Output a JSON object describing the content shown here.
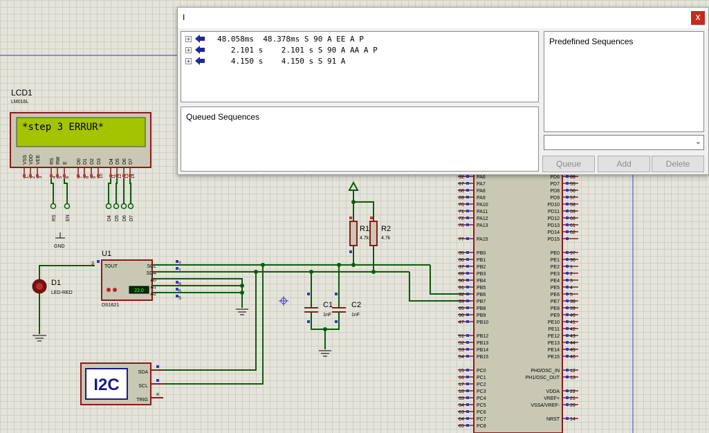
{
  "dialog": {
    "title": "I",
    "close": "x",
    "sequences": [
      {
        "expand": "+",
        "text": "48.058ms  48.378ms S 90 A EE A P"
      },
      {
        "expand": "+",
        "text": "   2.101 s    2.101 s S 90 A AA A P"
      },
      {
        "expand": "+",
        "text": "   4.150 s    4.150 s S 91 A"
      }
    ],
    "queued_label": "Queued Sequences",
    "predefined_label": "Predefined Sequences",
    "select_value": "",
    "buttons": {
      "queue": "Queue",
      "add": "Add",
      "delete": "Delete"
    }
  },
  "schematic": {
    "lcd": {
      "ref": "LCD1",
      "part": "LM016L",
      "display": "*step 3 ERRUR*",
      "pins": [
        "VSS",
        "VDD",
        "VEE",
        "RS",
        "RW",
        "E",
        "D0",
        "D1",
        "D2",
        "D3",
        "D4",
        "D5",
        "D6",
        "D7"
      ],
      "pin_numbers": [
        "1",
        "2",
        "3",
        "4",
        "5",
        "6",
        "7",
        "8",
        "9",
        "10",
        "11",
        "12",
        "13",
        "14"
      ],
      "labels": [
        "RS",
        "EN",
        "D4",
        "D5",
        "D6",
        "D7"
      ],
      "gnd": "GND"
    },
    "u1": {
      "ref": "U1",
      "part": "DS1621",
      "readout": "22.0",
      "pins": [
        "TOUT",
        "SCL",
        "SDA",
        "A0",
        "A1",
        "A2"
      ],
      "pin_numbers": [
        "3",
        "2",
        "1",
        "8",
        "6",
        "5"
      ]
    },
    "d1": {
      "ref": "D1",
      "part": "LED-RED"
    },
    "r1": {
      "ref": "R1",
      "value": "4.7k"
    },
    "r2": {
      "ref": "R2",
      "value": "4.7k"
    },
    "c1": {
      "ref": "C1",
      "value": "1nF"
    },
    "c2": {
      "ref": "C2",
      "value": "1nF"
    },
    "i2c": {
      "label": "I2C",
      "pins": [
        "SDA",
        "SCL",
        "TRIG"
      ]
    },
    "mcu_left": [
      [
        "32",
        "PA6"
      ],
      [
        "67",
        "PA7"
      ],
      [
        "68",
        "PA8"
      ],
      [
        "69",
        "PA9"
      ],
      [
        "70",
        "PA10"
      ],
      [
        "71",
        "PA11"
      ],
      [
        "72",
        "PA12"
      ],
      [
        "76",
        "PA13"
      ],
      [
        "77",
        "PA15"
      ],
      [
        "35",
        "PB0"
      ],
      [
        "36",
        "PB1"
      ],
      [
        "37",
        "PB2"
      ],
      [
        "89",
        "PB3"
      ],
      [
        "90",
        "PB4"
      ],
      [
        "91",
        "PB5"
      ],
      [
        "92",
        "PB6"
      ],
      [
        "93",
        "PB7"
      ],
      [
        "95",
        "PB8"
      ],
      [
        "96",
        "PB9"
      ],
      [
        "47",
        "PB10"
      ],
      [
        "51",
        "PB12"
      ],
      [
        "52",
        "PB13"
      ],
      [
        "53",
        "PB14"
      ],
      [
        "54",
        "PB15"
      ],
      [
        "15",
        "PC0"
      ],
      [
        "16",
        "PC1"
      ],
      [
        "17",
        "PC2"
      ],
      [
        "18",
        "PC3"
      ],
      [
        "33",
        "PC4"
      ],
      [
        "34",
        "PC5"
      ],
      [
        "63",
        "PC6"
      ],
      [
        "64",
        "PC7"
      ],
      [
        "65",
        "PC8"
      ]
    ],
    "mcu_right": [
      [
        "88",
        "PD6"
      ],
      [
        "55",
        "PD7"
      ],
      [
        "56",
        "PD8"
      ],
      [
        "57",
        "PD9"
      ],
      [
        "58",
        "PD10"
      ],
      [
        "59",
        "PD11"
      ],
      [
        "60",
        "PD12"
      ],
      [
        "61",
        "PD13"
      ],
      [
        "62",
        "PD14"
      ],
      [
        "",
        "PD15"
      ],
      [
        "97",
        "PE0"
      ],
      [
        "98",
        "PE1"
      ],
      [
        "1",
        "PE2"
      ],
      [
        "2",
        "PE3"
      ],
      [
        "3",
        "PE4"
      ],
      [
        "4",
        "PE5"
      ],
      [
        "5",
        "PE6"
      ],
      [
        "38",
        "PE7"
      ],
      [
        "39",
        "PE8"
      ],
      [
        "40",
        "PE9"
      ],
      [
        "41",
        "PE10"
      ],
      [
        "42",
        "PE11"
      ],
      [
        "43",
        "PE12"
      ],
      [
        "44",
        "PE13"
      ],
      [
        "45",
        "PE14"
      ],
      [
        "46",
        "PE15"
      ],
      [
        "12",
        "PH0/OSC_IN"
      ],
      [
        "13",
        "PH1/OSC_OUT"
      ],
      [
        "22",
        "VDDA"
      ],
      [
        "21",
        "VREF+"
      ],
      [
        "20",
        "VSSA/VREF-"
      ],
      [
        "14",
        "NRST"
      ]
    ]
  }
}
